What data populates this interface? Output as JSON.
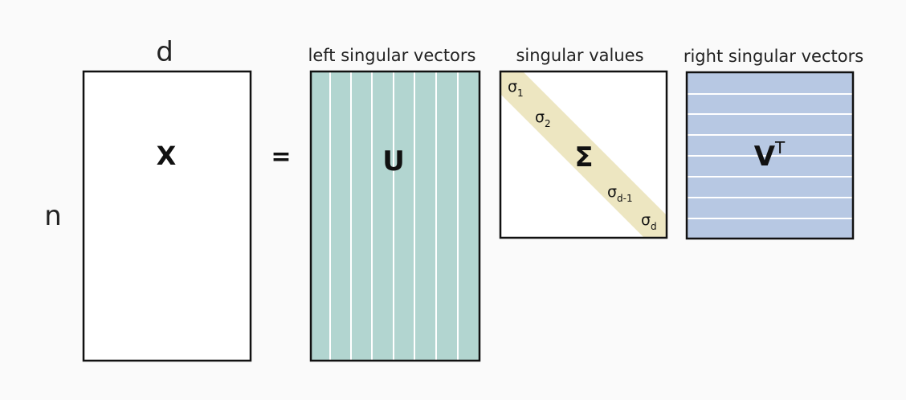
{
  "dims": {
    "cols": "d",
    "rows": "n"
  },
  "matrices": {
    "x": {
      "symbol": "X"
    },
    "equals": "=",
    "u": {
      "symbol": "U",
      "caption": "left singular vectors",
      "fill_color": "#b2d5d0"
    },
    "sigma": {
      "symbol": "Σ",
      "caption": "singular values",
      "band_color": "#ede6c1"
    },
    "vt": {
      "symbol": "V",
      "superscript": "T",
      "caption": "right singular vectors",
      "fill_color": "#b7c8e3"
    }
  },
  "singular_values": [
    {
      "base": "σ",
      "sub": "1"
    },
    {
      "base": "σ",
      "sub": "2"
    },
    {
      "base": "σ",
      "sub": "d-1"
    },
    {
      "base": "σ",
      "sub": "d"
    }
  ],
  "colors": {
    "border": "#111111",
    "stripe": "#ffffff",
    "background": "#fafafa"
  }
}
